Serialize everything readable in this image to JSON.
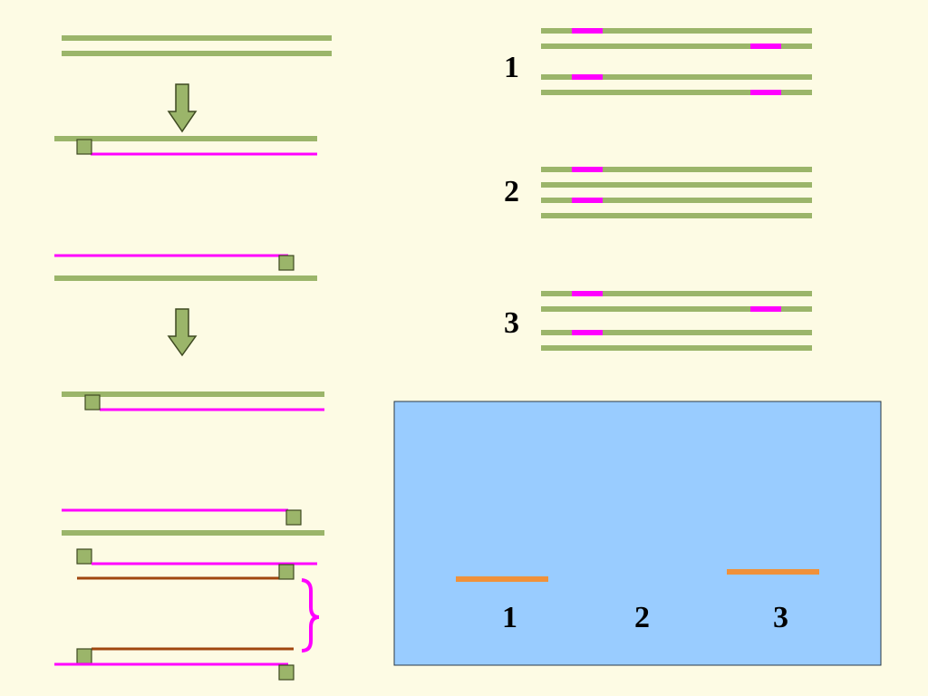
{
  "colors": {
    "background": "#fdfbe4",
    "strand": "#9bb56a",
    "new_strand": "#ff00ff",
    "product_strand": "#a0460f",
    "primer_fill": "#9bb56a",
    "primer_border": "#3f4a22",
    "arrow_fill": "#9bb56a",
    "arrow_border": "#3f4a22",
    "gel_background": "#99ccff",
    "gel_border": "#2a3a44",
    "gel_band": "#f0913a"
  },
  "icons": {
    "down_arrow": "down-arrow-icon",
    "primer": "primer-square-icon",
    "brace": "right-curly-brace-icon"
  },
  "samples": [
    {
      "label": "1"
    },
    {
      "label": "2"
    },
    {
      "label": "3"
    }
  ],
  "gel": {
    "lanes": [
      {
        "label": "1",
        "has_band": true
      },
      {
        "label": "2",
        "has_band": false
      },
      {
        "label": "3",
        "has_band": true
      }
    ]
  }
}
